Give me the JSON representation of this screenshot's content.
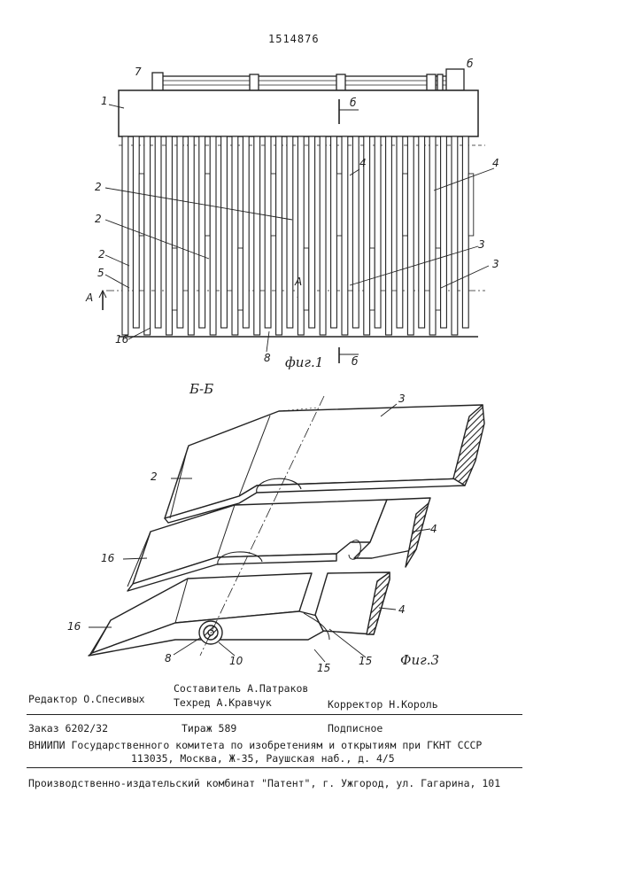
{
  "patent_number": "1514876",
  "figure1": {
    "caption": "фиг.1",
    "labels": {
      "l7": "7",
      "l6_top": "б",
      "l1": "1",
      "l6_section": "б",
      "l4a": "4",
      "l4b": "4",
      "l2a": "2",
      "l2b": "2",
      "l2c": "2",
      "l5": "5",
      "lA_left": "A",
      "lA_mid": "A",
      "l3a": "3",
      "l3b": "3",
      "l16": "16",
      "l8": "8",
      "l6_bottom": "б"
    }
  },
  "figure3": {
    "section_title": "Б-Б",
    "caption": "Фиг.3",
    "labels": {
      "l3": "3",
      "l2": "2",
      "l4a": "4",
      "l16a": "16",
      "l4b": "4",
      "l16b": "16",
      "l8": "8",
      "l10": "10",
      "l15a": "15",
      "l15b": "15"
    }
  },
  "footer": {
    "editor": "Редактор О.Спесивых",
    "compiler": "Составитель А.Патраков",
    "techred": "Техред А.Кравчук",
    "corrector": "Корректор Н.Король",
    "order": "Заказ 6202/32",
    "circulation": "Тираж 589",
    "subscription": "Подписное",
    "institute_line1": "ВНИИПИ Государственного комитета по изобретениям и открытиям при ГКНТ СССР",
    "institute_line2": "113035, Москва, Ж-35, Раушская наб., д. 4/5",
    "publisher": "Производственно-издательский комбинат \"Патент\", г. Ужгород, ул. Гагарина, 101"
  }
}
